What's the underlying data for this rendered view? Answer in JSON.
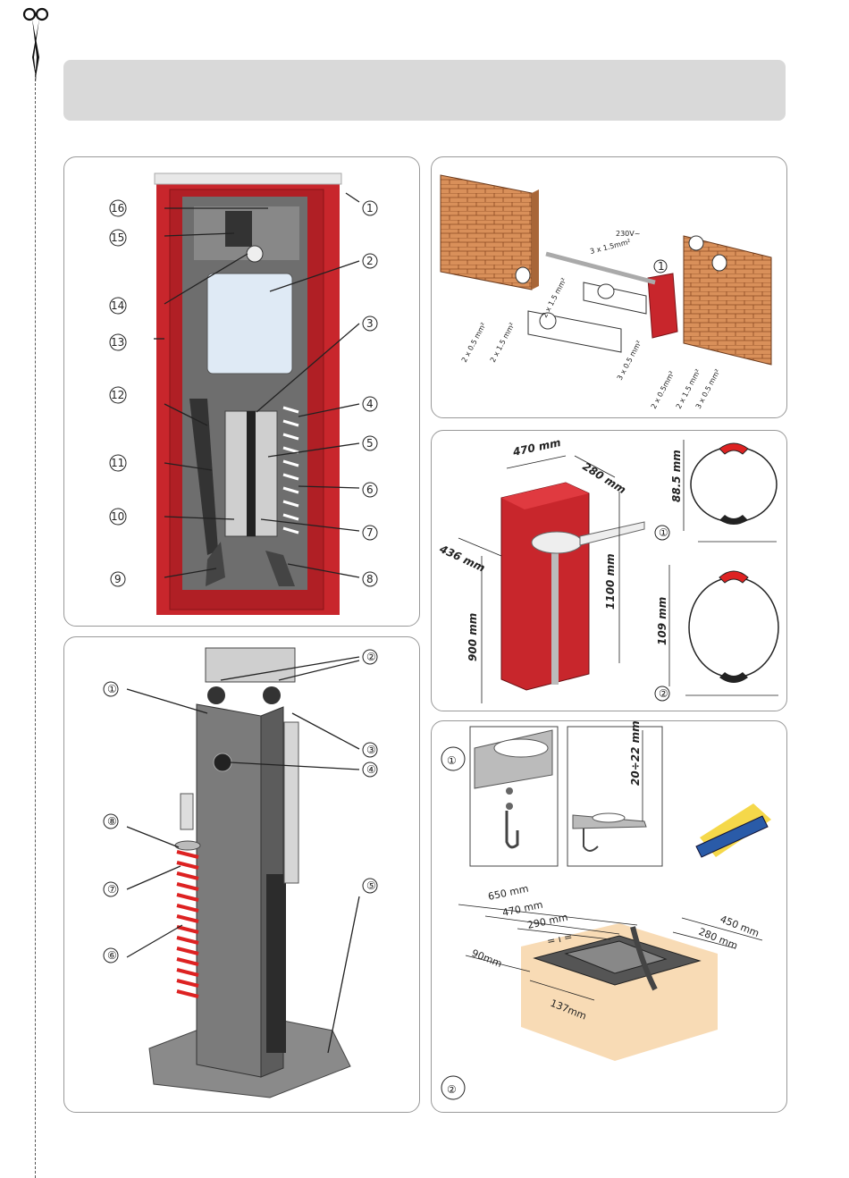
{
  "panel_a": {
    "labels": [
      {
        "n": "①",
        "label": "1"
      },
      {
        "n": "②",
        "label": "2"
      },
      {
        "n": "③",
        "label": "3"
      },
      {
        "n": "④",
        "label": "4"
      },
      {
        "n": "⑤",
        "label": "5"
      },
      {
        "n": "⑥",
        "label": "6"
      },
      {
        "n": "⑦",
        "label": "7"
      },
      {
        "n": "⑧",
        "label": "8"
      },
      {
        "n": "⑨",
        "label": "9"
      },
      {
        "n": "⑩",
        "label": "10"
      },
      {
        "n": "⑪",
        "label": "11"
      },
      {
        "n": "⑫",
        "label": "12"
      },
      {
        "n": "⑬",
        "label": "13"
      },
      {
        "n": "⑭",
        "label": "14"
      },
      {
        "n": "⑮",
        "label": "15"
      },
      {
        "n": "⑯",
        "label": "16"
      }
    ]
  },
  "panel_b": {
    "labels": [
      "①",
      "②",
      "③",
      "④",
      "⑤",
      "⑥",
      "⑦",
      "⑧"
    ]
  },
  "panel_c": {
    "power_label": "230V~",
    "cable_main": "3 x 1.5mm²",
    "cables": [
      "2 x 0.5 mm²",
      "2 x 1.5 mm²",
      "2 x 1.5 mm²",
      "3 x 0.5 mm²",
      "2 x 0.5mm²",
      "2 x 1.5 mm²",
      "3 x 0.5 mm²"
    ],
    "marker": "1"
  },
  "panel_d": {
    "width": "470 mm",
    "depth": "280 mm",
    "diag": "436 mm",
    "height_total": "1100 mm",
    "height_lower": "900 mm",
    "profile1_height": "88.5 mm",
    "profile2_height": "109 mm",
    "marker1": "①",
    "marker2": "②"
  },
  "panel_e": {
    "marker1": "①",
    "marker2": "②",
    "bolt_range": "20÷22 mm",
    "d650": "650 mm",
    "d470": "470 mm",
    "d290": "290 mm",
    "d450": "450 mm",
    "d280": "280 mm",
    "d90": "90mm",
    "d137": "137mm",
    "equal": "= ı ="
  }
}
